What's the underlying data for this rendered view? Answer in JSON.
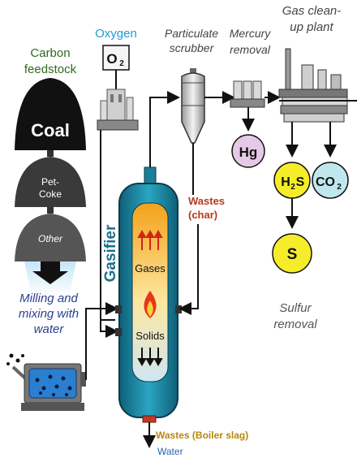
{
  "feedstock": {
    "title_line1": "Carbon",
    "title_line2": "feedstock",
    "coal": "Coal",
    "petcoke_line1": "Pet-",
    "petcoke_line2": "Coke",
    "other": "Other"
  },
  "milling": {
    "line1": "Milling and",
    "line2": "mixing with",
    "line3": "water"
  },
  "oxygen": {
    "label": "Oxygen",
    "formula_main": "O",
    "formula_sub": "2"
  },
  "gasifier": {
    "label": "Gasifier",
    "gases": "Gases",
    "solids": "Solids"
  },
  "scrubber": {
    "line1": "Particulate",
    "line2": "scrubber"
  },
  "mercury": {
    "line1": "Mercury",
    "line2": "removal",
    "symbol": "Hg"
  },
  "cleanup": {
    "line1": "Gas clean-",
    "line2": "up plant"
  },
  "products": {
    "h2s_main": "H",
    "h2s_sub": "2",
    "h2s_tail": "S",
    "co2_main": "CO",
    "co2_sub": "2",
    "sulfur": "S"
  },
  "sulfur_removal": {
    "line1": "Sulfur",
    "line2": "removal"
  },
  "wastes": {
    "char_line1": "Wastes",
    "char_line2": "(char)",
    "slag": "Wastes (Boiler slag)",
    "water": "Water"
  },
  "colors": {
    "feedstock_green": "#2e6b1f",
    "oxygen_blue": "#1f9ad6",
    "waste_red": "#b5391d",
    "slag_brown": "#b8860b",
    "water_blue": "#2a63b0",
    "gasifier_teal": "#1b8aa3",
    "hg_purple": "#e6c9e6",
    "sulfur_yellow": "#f5ec2a",
    "co2_cyan": "#bfe8ee"
  }
}
